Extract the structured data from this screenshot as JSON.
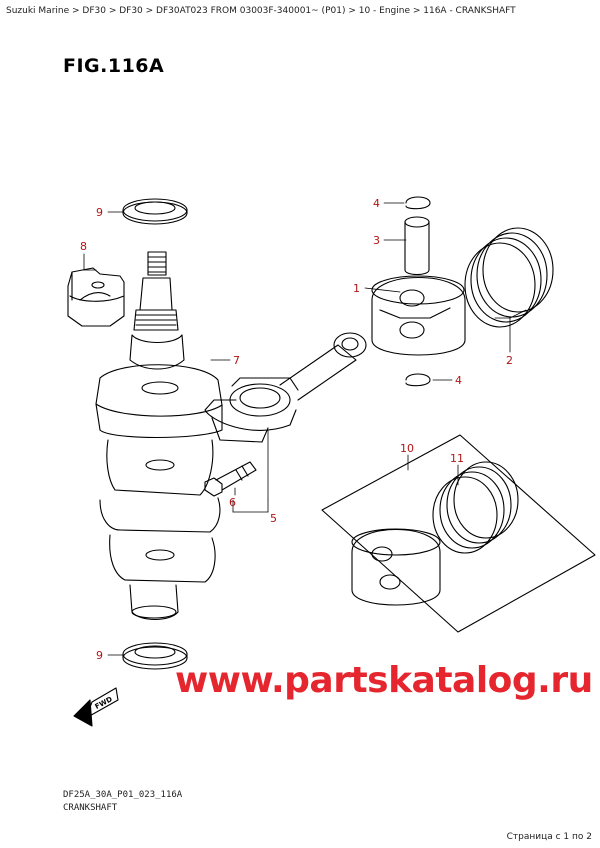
{
  "breadcrumb": "Suzuki Marine > DF30 > DF30 > DF30AT023 FROM 03003F-340001~ (P01) > 10 - Engine > 116A - CRANKSHAFT",
  "figure_title": "FIG.116A",
  "callouts": {
    "c1": "1",
    "c2": "2",
    "c3": "3",
    "c4a": "4",
    "c4b": "4",
    "c5": "5",
    "c6": "6",
    "c7": "7",
    "c8": "8",
    "c9a": "9",
    "c9b": "9",
    "c10": "10",
    "c11": "11"
  },
  "fwd_label": "FWD",
  "watermark": "www.partskatalog.ru",
  "drawing_code": "DF25A_30A_P01_023_116A",
  "drawing_caption": "CRANKSHAFT",
  "page_indicator": "Страница с 1 по 2",
  "colors": {
    "callout": "#b01515",
    "watermark": "#e5262f",
    "line": "#000000"
  }
}
